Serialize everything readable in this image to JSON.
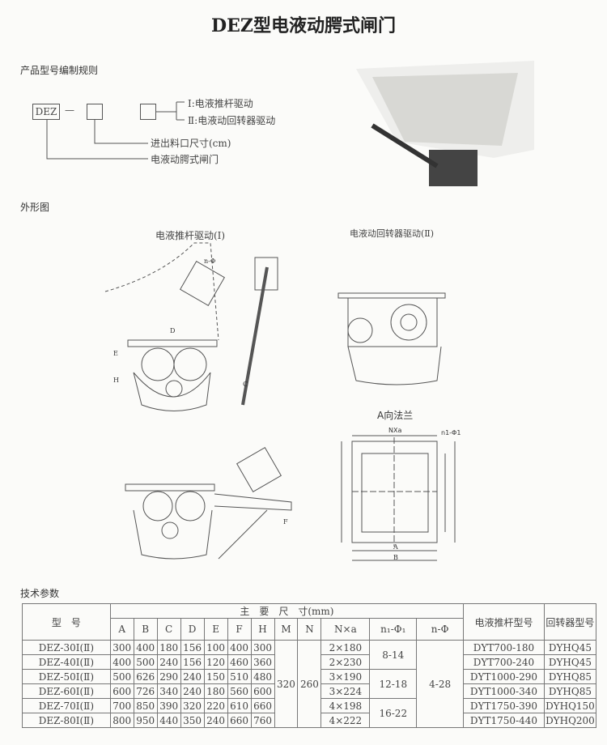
{
  "title": "DEZ型电液动腭式闸门",
  "section_rule": "产品型号编制规则",
  "rule": {
    "code": "DEZ",
    "dash": "—",
    "opt1": "Ⅰ:电液推杆驱动",
    "opt2": "Ⅱ:电液动回转器驱动",
    "size": "进出料口尺寸(cm)",
    "name": "电液动腭式闸门"
  },
  "section_outline": "外形图",
  "drawings": {
    "d1": "电液推杆驱动(Ⅰ)",
    "d2": "电液动回转器驱动(Ⅱ)",
    "flange": "A向法兰",
    "nxa": "NXa",
    "n1": "n1-Φ1",
    "a": "A",
    "b": "B",
    "d": "D",
    "e": "E",
    "h": "H",
    "c": "C",
    "f": "F",
    "nphi": "n-Φ"
  },
  "section_params": "技术参数",
  "table": {
    "h_type": "型　号",
    "h_main": "主　要　尺　寸(mm)",
    "h_dyt": "电液推杆型号",
    "h_dyhq": "回转器型号",
    "cols": [
      "A",
      "B",
      "C",
      "D",
      "E",
      "F",
      "H",
      "M",
      "N",
      "N×a",
      "n₁-Φ₁",
      "n-Φ"
    ],
    "M": "320",
    "N": "260",
    "nphi": "4-28",
    "n1": [
      "8-14",
      "12-18",
      "16-22"
    ],
    "rows": [
      {
        "type": "DEZ-30Ⅰ(Ⅱ)",
        "v": [
          "300",
          "400",
          "180",
          "156",
          "100",
          "400",
          "300"
        ],
        "nxa": "2×180",
        "dyt": "DYT700-180",
        "dyhq": "DYHQ45"
      },
      {
        "type": "DEZ-40Ⅰ(Ⅱ)",
        "v": [
          "400",
          "500",
          "240",
          "156",
          "120",
          "460",
          "360"
        ],
        "nxa": "2×230",
        "dyt": "DYT700-240",
        "dyhq": "DYHQ45"
      },
      {
        "type": "DEZ-50Ⅰ(Ⅱ)",
        "v": [
          "500",
          "626",
          "290",
          "240",
          "150",
          "510",
          "480"
        ],
        "nxa": "3×190",
        "dyt": "DYT1000-290",
        "dyhq": "DYHQ85"
      },
      {
        "type": "DEZ-60Ⅰ(Ⅱ)",
        "v": [
          "600",
          "726",
          "340",
          "240",
          "180",
          "560",
          "600"
        ],
        "nxa": "3×224",
        "dyt": "DYT1000-340",
        "dyhq": "DYHQ85"
      },
      {
        "type": "DEZ-70Ⅰ(Ⅱ)",
        "v": [
          "700",
          "850",
          "390",
          "320",
          "220",
          "610",
          "660"
        ],
        "nxa": "4×198",
        "dyt": "DYT1750-390",
        "dyhq": "DYHQ150"
      },
      {
        "type": "DEZ-80Ⅰ(Ⅱ)",
        "v": [
          "800",
          "950",
          "440",
          "350",
          "240",
          "660",
          "760"
        ],
        "nxa": "4×222",
        "dyt": "DYT1750-440",
        "dyhq": "DYHQ200"
      }
    ]
  }
}
